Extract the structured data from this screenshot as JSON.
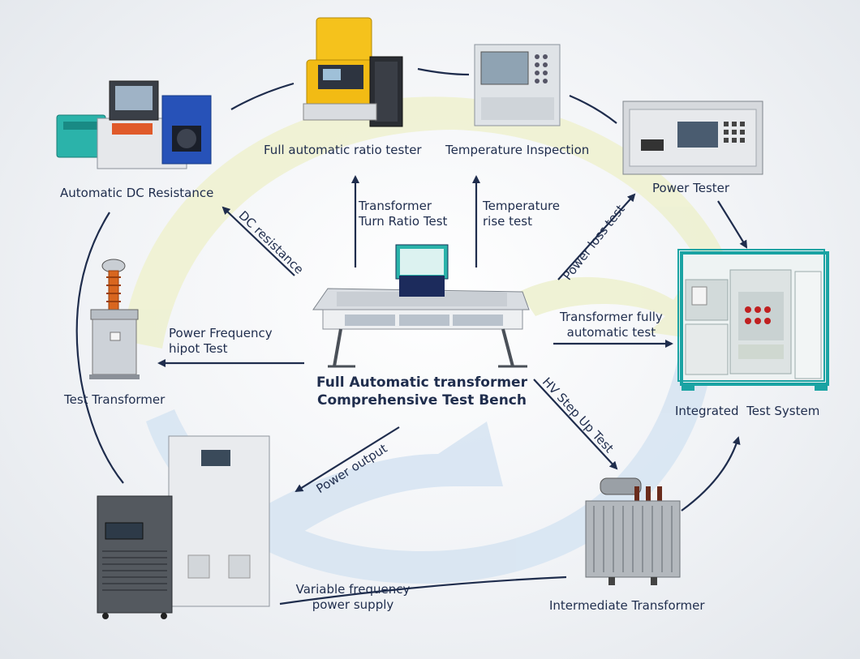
{
  "center": {
    "line1": "Full Automatic transformer",
    "line2": "Comprehensive Test Bench"
  },
  "devices": {
    "dc_resistance": "Automatic DC Resistance",
    "ratio_tester": "Full automatic ratio tester",
    "temperature_inspection": "Temperature Inspection",
    "power_tester": "Power Tester",
    "integrated_system": "Integrated  Test System",
    "intermediate_transformer": "Intermediate Transformer",
    "vf_power_supply_line1": "Variable frequency",
    "vf_power_supply_line2": "power supply",
    "test_transformer": "Test Transformer"
  },
  "arrows": {
    "dc_resistance": "DC resistance",
    "turn_ratio_line1": "Transformer",
    "turn_ratio_line2": "Turn Ratio Test",
    "temp_rise_line1": "Temperature",
    "temp_rise_line2": "rise test",
    "power_loss": "Power loss test",
    "fully_auto_line1": "Transformer fully",
    "fully_auto_line2": "automatic test",
    "hv_step_up": "HV Step Up Test",
    "power_output": "Power output",
    "hipot_line1": "Power Frequency",
    "hipot_line2": "hipot Test"
  },
  "colors": {
    "ink": "#1f2d4d",
    "swirl_blue": "#c9dbee",
    "swirl_yellow": "#eef1c8",
    "teal_frame": "#1aa3a3"
  }
}
